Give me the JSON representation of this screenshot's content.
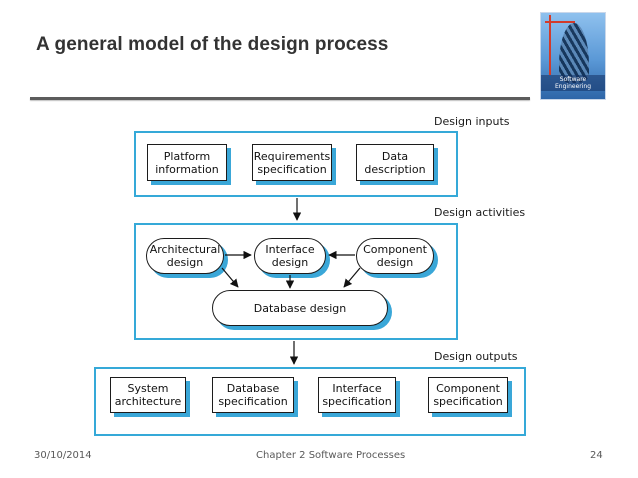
{
  "slide": {
    "title": "A general model of the design process",
    "cover_image_label": "Software Engineering"
  },
  "diagram": {
    "inputs": {
      "label": "Design inputs",
      "items": [
        "Platform\ninformation",
        "Requirements\nspecification",
        "Data\ndescription"
      ]
    },
    "activities": {
      "label": "Design activities",
      "items": [
        "Architectural\ndesign",
        "Interface\ndesign",
        "Component\ndesign",
        "Database design"
      ]
    },
    "outputs": {
      "label": "Design outputs",
      "items": [
        "System\narchitecture",
        "Database\nspecification",
        "Interface\nspecification",
        "Component\nspecification"
      ]
    }
  },
  "footer": {
    "date": "30/10/2014",
    "center": "Chapter 2 Software Processes",
    "page": "24"
  }
}
